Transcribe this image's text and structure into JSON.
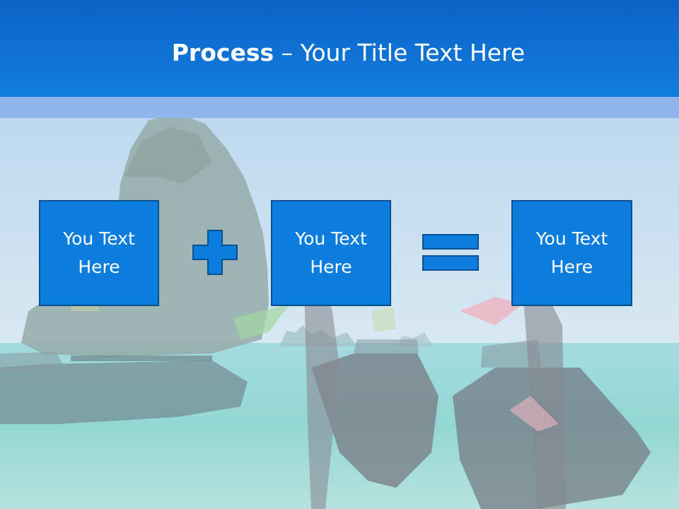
{
  "slide": {
    "title_bold": "Process",
    "title_rest": " – Your Title Text Here",
    "boxes": [
      {
        "line1": "You Text",
        "line2": "Here"
      },
      {
        "line1": "You Text",
        "line2": "Here"
      },
      {
        "line1": "You Text",
        "line2": "Here"
      }
    ]
  },
  "colors": {
    "header": "#127edc",
    "header_strip": "#8fb6ea",
    "box_fill": "#0d7ddd",
    "box_border": "#0a4f92"
  },
  "icons": {
    "operator1": "plus-icon",
    "operator2": "equals-icon"
  }
}
